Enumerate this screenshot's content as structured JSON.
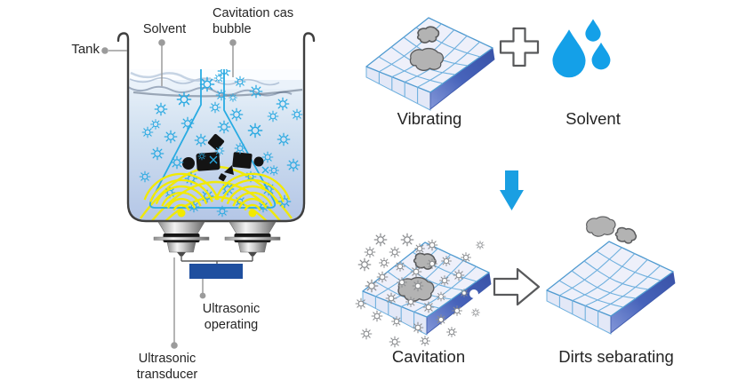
{
  "left_panel": {
    "labels": {
      "tank": "Tank",
      "solvent": "Solvent",
      "cavitation_gas_bubble": [
        "Cavitation cas",
        "bubble"
      ],
      "ultrasonic_operating": [
        "Ultrasonic",
        "operating"
      ],
      "ultrasonic_transducer": [
        "Ultrasonic",
        "transducer"
      ]
    }
  },
  "right_panel": {
    "labels": {
      "vibrating": "Vibrating",
      "solvent": "Solvent",
      "cavitation": "Cavitation",
      "dirts_separating": "Dirts sebarating"
    }
  },
  "icons": {
    "bubble_icon": "sunburst circle (cavitation gas bubble)",
    "wave_arc_icon": "concentric yellow ultrasonic arcs",
    "transducer_icon": "metallic ultrasonic transducer horn",
    "plus_icon": "outlined plus operator",
    "water_droplets_icon": "three blue droplets",
    "down_arrow_icon": "solid blue arrow down",
    "right_arrow_icon": "hollow outlined arrow right",
    "dirt_blob_icon": "gray amoeba-shaped dirt",
    "tile_plate_icon": "curved blue-gridded plate"
  },
  "colors": {
    "bubble_blue": "#2aa9e1",
    "cavitation_bubble_gray": "#8a8c8f",
    "wave_yellow": "#f2ea00",
    "funnel_blue": "#29abe2",
    "water_surface_light": "#edf4fb",
    "water_deep": "#b7c7e6",
    "droplet_blue": "#14a0e8",
    "arrow_blue": "#1a9fe2",
    "control_box_blue": "#1f4f9f",
    "plate_grid_blue": "#6fb0de",
    "plate_side_blue": "#3c57ac",
    "dirt_gray": "#b3b3b3",
    "dirt_black": "#141414",
    "leader_gray": "#9b9b9b",
    "text_dark": "#252525"
  }
}
